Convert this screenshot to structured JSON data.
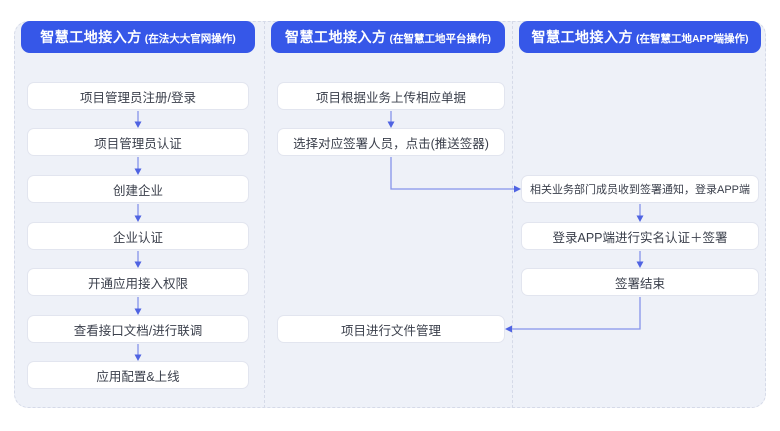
{
  "diagram": {
    "title_repeated": "智慧工地接入方",
    "colors": {
      "header_bg": "#3657e8",
      "header_text": "#ffffff",
      "panel_bg": "#eef1f8",
      "dashed_border": "#d5dae8",
      "box_bg": "#ffffff",
      "box_border": "#e2e5ef",
      "box_text": "#3a3f4b",
      "arrow": "#4f63e2"
    }
  },
  "columns": [
    {
      "header": {
        "title": "智慧工地接入方",
        "subtitle": "(在法大大官网操作)"
      },
      "boxes": [
        "项目管理员注册/登录",
        "项目管理员认证",
        "创建企业",
        "企业认证",
        "开通应用接入权限",
        "查看接口文档/进行联调",
        "应用配置&上线"
      ]
    },
    {
      "header": {
        "title": "智慧工地接入方",
        "subtitle": "(在智慧工地平台操作)"
      },
      "boxes": [
        "项目根据业务上传相应单据",
        "选择对应签署人员，点击(推送签器)",
        "项目进行文件管理"
      ]
    },
    {
      "header": {
        "title": "智慧工地接入方",
        "subtitle": "(在智慧工地APP端操作)"
      },
      "boxes": [
        "相关业务部门成员收到签署通知，登录APP端",
        "登录APP端进行实名认证＋签署",
        "签署结束"
      ]
    }
  ],
  "edges": [
    {
      "from": "项目管理员注册/登录",
      "to": "项目管理员认证"
    },
    {
      "from": "项目管理员认证",
      "to": "创建企业"
    },
    {
      "from": "创建企业",
      "to": "企业认证"
    },
    {
      "from": "企业认证",
      "to": "开通应用接入权限"
    },
    {
      "from": "开通应用接入权限",
      "to": "查看接口文档/进行联调"
    },
    {
      "from": "查看接口文档/进行联调",
      "to": "应用配置&上线"
    },
    {
      "from": "项目根据业务上传相应单据",
      "to": "选择对应签署人员，点击(推送签器)"
    },
    {
      "from": "选择对应签署人员，点击(推送签器)",
      "to": "相关业务部门成员收到签署通知，登录APP端"
    },
    {
      "from": "相关业务部门成员收到签署通知，登录APP端",
      "to": "登录APP端进行实名认证＋签署"
    },
    {
      "from": "登录APP端进行实名认证＋签署",
      "to": "签署结束"
    },
    {
      "from": "签署结束",
      "to": "项目进行文件管理"
    }
  ]
}
